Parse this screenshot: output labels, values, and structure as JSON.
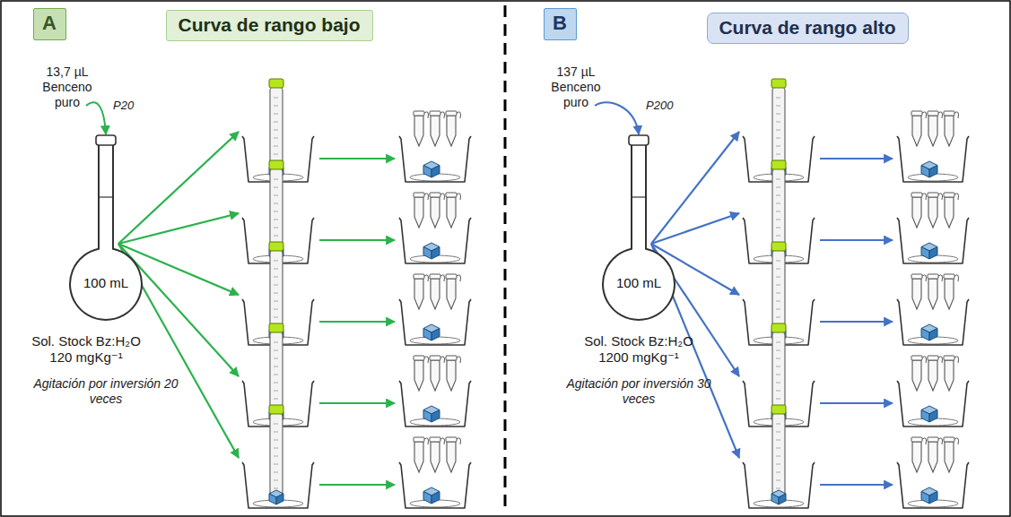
{
  "diagram": {
    "nodes": [
      {
        "text": [
          "A"
        ]
      },
      {
        "text": [
          "Curva de rango bajo"
        ]
      },
      {
        "text": [
          "100 mL"
        ]
      },
      {
        "text": [
          "B"
        ]
      },
      {
        "text": [
          "Curva de rango alto"
        ]
      },
      {
        "text": [
          "100 mL"
        ]
      }
    ],
    "labels": [
      "13,7 µL Benceno puro",
      "P20",
      "Sol. Stock Bz:H₂O 120 mgKg⁻¹",
      "Agitación por inversión 20 veces",
      "137 µL Benceno puro",
      "P200",
      "Sol. Stock Bz:H₂O 1200 mgKg⁻¹",
      "Agitación por inversión 30 veces"
    ]
  }
}
